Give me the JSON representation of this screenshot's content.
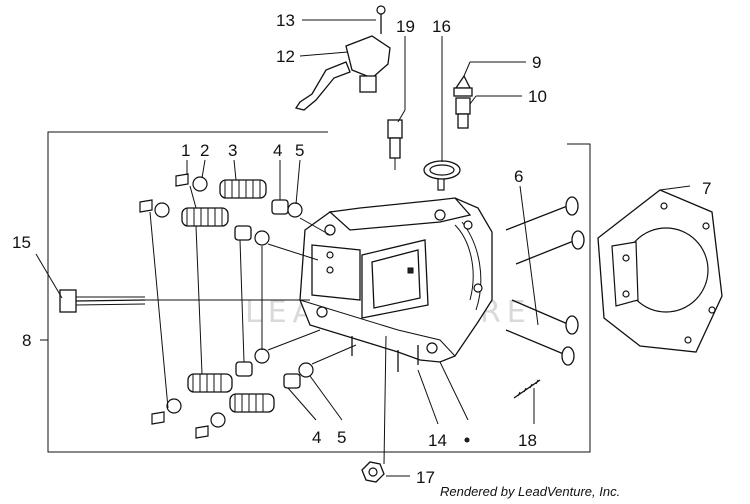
{
  "watermark": "LEADVENTURE",
  "credit": "Rendered by LeadVenture, Inc.",
  "callouts": [
    {
      "id": "13",
      "label": "13"
    },
    {
      "id": "19",
      "label": "19"
    },
    {
      "id": "16",
      "label": "16"
    },
    {
      "id": "12",
      "label": "12"
    },
    {
      "id": "9",
      "label": "9"
    },
    {
      "id": "10",
      "label": "10"
    },
    {
      "id": "1",
      "label": "1"
    },
    {
      "id": "2",
      "label": "2"
    },
    {
      "id": "3",
      "label": "3"
    },
    {
      "id": "4-top",
      "label": "4"
    },
    {
      "id": "5-top",
      "label": "5"
    },
    {
      "id": "6",
      "label": "6"
    },
    {
      "id": "7",
      "label": "7"
    },
    {
      "id": "15",
      "label": "15"
    },
    {
      "id": "8",
      "label": "8"
    },
    {
      "id": "4-bottom",
      "label": "4"
    },
    {
      "id": "5-bottom",
      "label": "5"
    },
    {
      "id": "14",
      "label": "14"
    },
    {
      "id": "18",
      "label": "18"
    },
    {
      "id": "17",
      "label": "17"
    }
  ]
}
